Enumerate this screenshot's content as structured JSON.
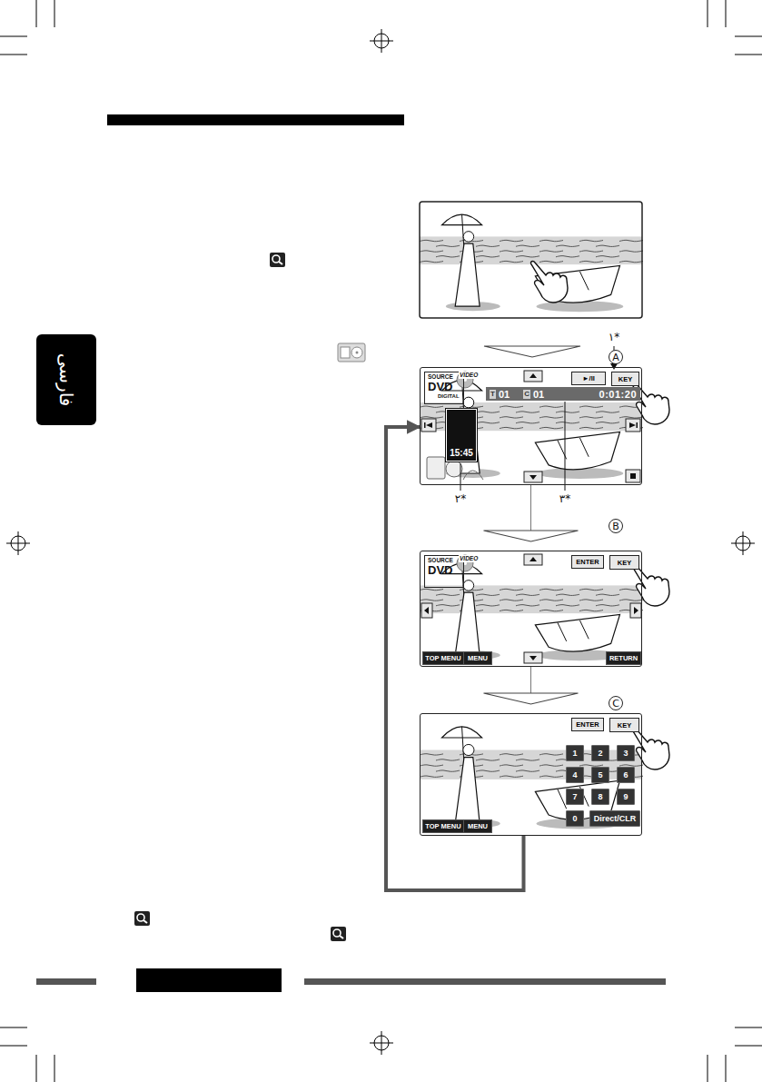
{
  "diagram": {
    "nodes": [
      {
        "text": [
          "A"
        ]
      },
      {
        "text": [
          "SOURCE",
          "DVD"
        ],
        "in": 0
      },
      {
        "text": [
          "►/II"
        ],
        "in": 0
      },
      {
        "text": [
          "KEY"
        ],
        "in": 0
      },
      {
        "text": [
          "T",
          "01",
          "C",
          "01",
          "0:01:20"
        ],
        "in": 0
      },
      {
        "text": [
          "15:45"
        ],
        "in": 0
      },
      {
        "text": [
          "B"
        ]
      },
      {
        "text": [
          "SOURCE",
          "DVD"
        ],
        "in": 6
      },
      {
        "text": [
          "ENTER"
        ],
        "in": 6
      },
      {
        "text": [
          "KEY"
        ],
        "in": 6
      },
      {
        "text": [
          "TOP MENU"
        ],
        "in": 6
      },
      {
        "text": [
          "MENU"
        ],
        "in": 6
      },
      {
        "text": [
          "RETURN"
        ],
        "in": 6
      },
      {
        "text": [
          "C"
        ]
      },
      {
        "text": [
          "ENTER"
        ],
        "in": 13
      },
      {
        "text": [
          "KEY"
        ],
        "in": 13
      },
      {
        "text": [
          "TOP MENU"
        ],
        "in": 13
      },
      {
        "text": [
          "MENU"
        ],
        "in": 13
      },
      {
        "text": [
          "1"
        ],
        "in": 13
      },
      {
        "text": [
          "2"
        ],
        "in": 13
      },
      {
        "text": [
          "3"
        ],
        "in": 13
      },
      {
        "text": [
          "4"
        ],
        "in": 13
      },
      {
        "text": [
          "5"
        ],
        "in": 13
      },
      {
        "text": [
          "6"
        ],
        "in": 13
      },
      {
        "text": [
          "7"
        ],
        "in": 13
      },
      {
        "text": [
          "8"
        ],
        "in": 13
      },
      {
        "text": [
          "9"
        ],
        "in": 13
      },
      {
        "text": [
          "0"
        ],
        "in": 13
      },
      {
        "text": [
          "Direct/CLR"
        ],
        "in": 13
      }
    ],
    "edges": [
      {
        "from": 0,
        "to": 6,
        "arrow": "to"
      },
      {
        "from": 6,
        "to": 13,
        "arrow": "to"
      },
      {
        "from": 13,
        "to": 0,
        "arrow": "to"
      }
    ],
    "labels": [
      "VIDEO",
      "DIGITAL",
      "VIDEO",
      "۱*",
      "۲*",
      "۳*",
      "فارسی"
    ]
  }
}
